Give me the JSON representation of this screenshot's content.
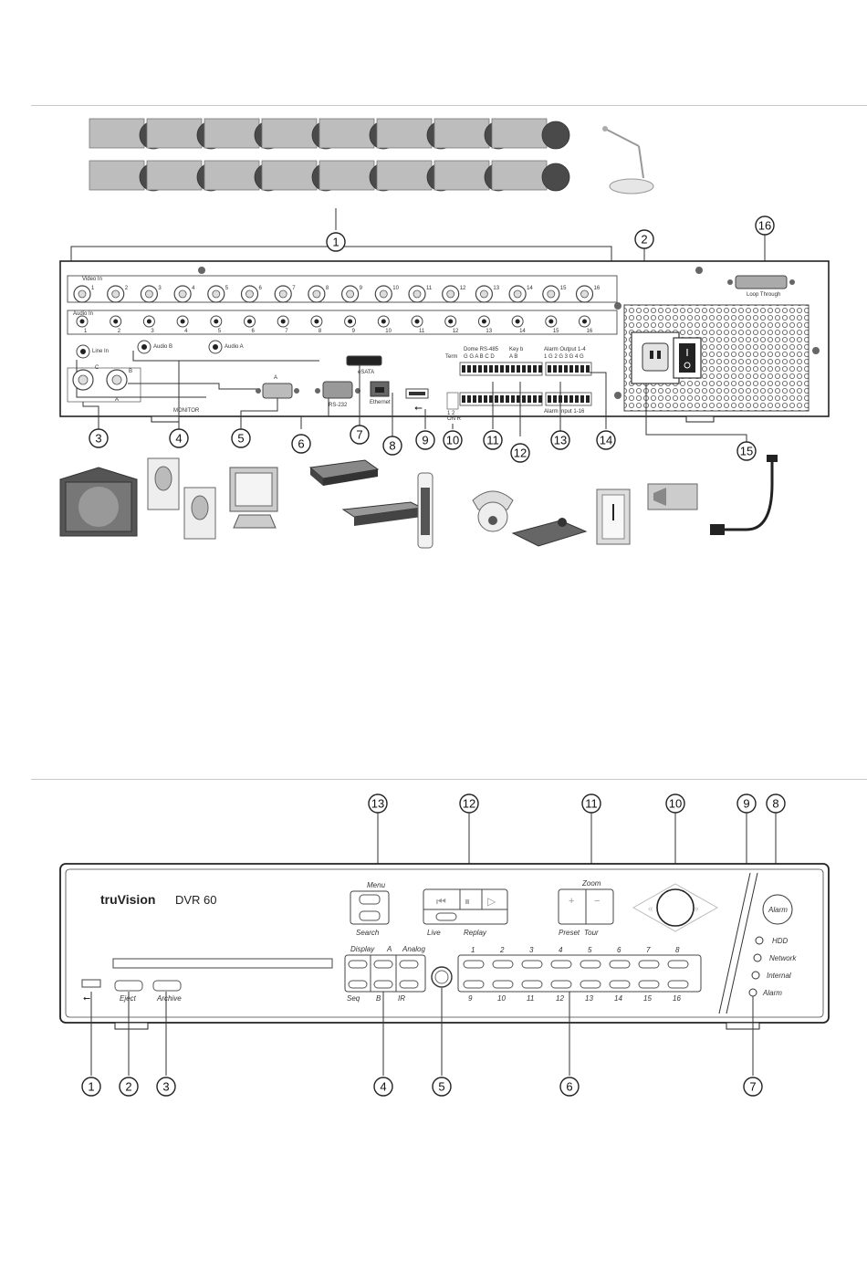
{
  "rear": {
    "groups": {
      "video_in": "Video In",
      "audio_in": "Audio In",
      "line_in": "Line In",
      "audio_b": "Audio B",
      "audio_a": "Audio A",
      "monitor": "MONITOR",
      "monitor_a": "A",
      "monitor_b": "B",
      "monitor_c": "C",
      "vga_a": "A",
      "esata": "eSATA",
      "rs232": "RS-232",
      "ethernet": "Ethernet",
      "dome": "Dome RS-485",
      "term": "Term",
      "dome_pins": "G G A B C D",
      "keyb": "Key b",
      "keyb_pins": "A B",
      "alarm_out": "Alarm Output 1-4",
      "alarm_out_pins": "1 G 2 G 3 G 4 G",
      "alarm_in": "Alarm Input 1-16",
      "dip": "1 2",
      "dip_lbl": "ON R",
      "loop": "Loop Through",
      "usb_icon": "usb-icon"
    },
    "channels": [
      "1",
      "2",
      "3",
      "4",
      "5",
      "6",
      "7",
      "8",
      "9",
      "10",
      "11",
      "12",
      "13",
      "14",
      "15",
      "16"
    ],
    "callouts": [
      "1",
      "2",
      "3",
      "4",
      "5",
      "6",
      "7",
      "8",
      "9",
      "10",
      "11",
      "12",
      "13",
      "14",
      "15",
      "16"
    ]
  },
  "front": {
    "brand": "truVision",
    "model": "DVR 60",
    "eject": "Eject",
    "archive": "Archive",
    "menu": "Menu",
    "search": "Search",
    "live": "Live",
    "replay": "Replay",
    "zoom": "Zoom",
    "zoom_plus": "+",
    "zoom_minus": "−",
    "preset": "Preset",
    "tour": "Tour",
    "display": "Display",
    "a": "A",
    "analog": "Analog",
    "seq": "Seq",
    "b": "B",
    "ir": "IR",
    "alarm_btn": "Alarm",
    "led_hdd": "HDD",
    "led_network": "Network",
    "led_internal": "Internal",
    "led_alarm": "Alarm",
    "num_top": [
      "1",
      "2",
      "3",
      "4",
      "5",
      "6",
      "7",
      "8"
    ],
    "num_bottom": [
      "9",
      "10",
      "11",
      "12",
      "13",
      "14",
      "15",
      "16"
    ],
    "callouts": [
      "1",
      "2",
      "3",
      "4",
      "5",
      "6",
      "7",
      "8",
      "9",
      "10",
      "11",
      "12",
      "13"
    ]
  }
}
